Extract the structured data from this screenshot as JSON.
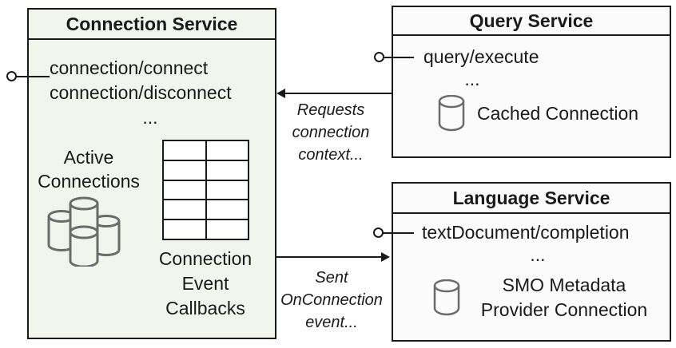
{
  "colors": {
    "connection_box_fill": "#f2f5eb",
    "service_box_fill": "#fbfbfb",
    "border": "#1a1a1a",
    "cylinder_stroke": "#6b6b6b"
  },
  "connection_service": {
    "title": "Connection Service",
    "methods": [
      "connection/connect",
      "connection/disconnect"
    ],
    "ellipsis": "...",
    "active_lines": [
      "Active",
      "Connections"
    ],
    "callbacks_lines": [
      "Connection",
      "Event",
      "Callbacks"
    ]
  },
  "query_service": {
    "title": "Query Service",
    "method": "query/execute",
    "ellipsis": "...",
    "connection_label": "Cached Connection"
  },
  "language_service": {
    "title": "Language Service",
    "method": "textDocument/completion",
    "ellipsis": "...",
    "connection_lines": [
      "SMO Metadata",
      "Provider Connection"
    ]
  },
  "arrows": {
    "requests_lines": [
      "Requests",
      "connection",
      "context..."
    ],
    "sent_lines": [
      "Sent",
      "OnConnection",
      "event..."
    ]
  }
}
